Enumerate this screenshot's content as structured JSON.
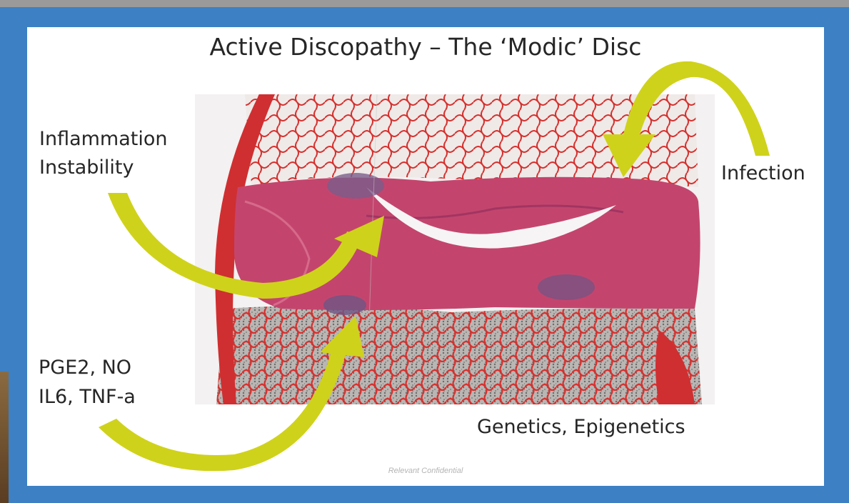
{
  "slide": {
    "title": "Active Discopathy – The ‘Modic’ Disc",
    "labels": {
      "inflammation": "Inflammation",
      "instability": "Instability",
      "infection": "Infection",
      "mediators_1": "PGE2, NO",
      "mediators_2": "IL6, TNF-a",
      "genetics": "Genetics, Epigenetics"
    },
    "footer": "Relevant Confidential"
  },
  "colors": {
    "background": "#3d80c4",
    "arrow": "#cfd21a",
    "bone": "#d23a3a",
    "disc": "#c3456e",
    "marrow": "#9a9a9a"
  },
  "icons": {
    "arrow_top_right": "curved-arrow-icon",
    "arrow_left": "curved-arrow-icon",
    "arrow_bottom": "curved-arrow-icon"
  }
}
